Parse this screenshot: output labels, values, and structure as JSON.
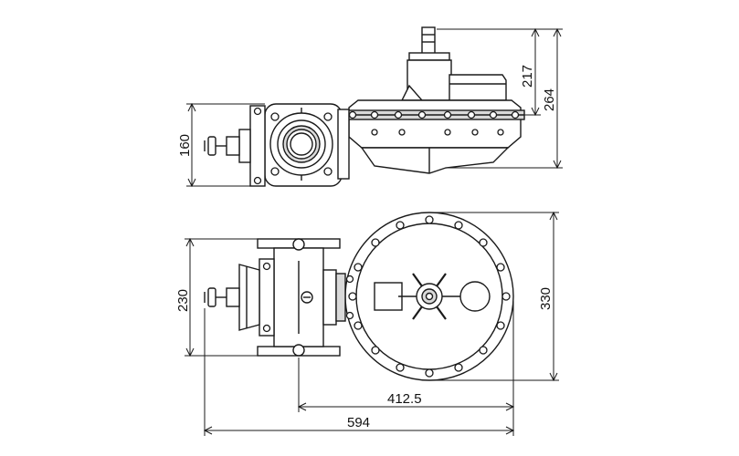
{
  "dimensions": {
    "top_right_inner": "217",
    "top_right_outer": "264",
    "top_left_height": "160",
    "bottom_left_height": "230",
    "bottom_right_height": "330",
    "bottom_inner_width": "412.5",
    "bottom_total_width": "594"
  },
  "colors": {
    "line": "#1a1a1a",
    "shading": "#d9d9d9",
    "background": "#ffffff"
  }
}
